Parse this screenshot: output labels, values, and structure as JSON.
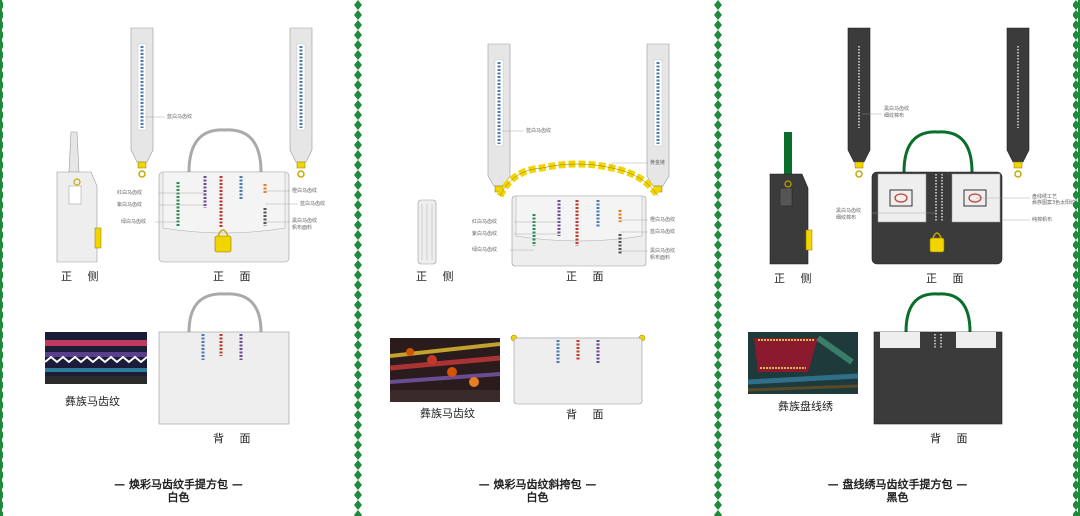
{
  "panels": [
    {
      "views": {
        "side": "正 侧",
        "front": "正 面",
        "back": "背 面"
      },
      "photo_caption": "彝族马齿纹",
      "callouts": {
        "strap": "蓝白马齿纹",
        "a": "红白马齿纹",
        "b": "紫白马齿纹",
        "c": "绿白马齿纹",
        "d": "橙白马齿纹",
        "e": "蓝白马齿纹",
        "f": "黑白马齿纹",
        "g": "帆布面料"
      },
      "title": "— 焕彩马齿纹手提方包 —",
      "subtitle": "白色"
    },
    {
      "views": {
        "side": "正 侧",
        "front": "正 面",
        "back": "背 面"
      },
      "photo_caption": "彝族马齿纹",
      "callouts": {
        "strap": "蓝白马齿纹",
        "chain": "黄金链",
        "a": "红白马齿纹",
        "b": "紫白马齿纹",
        "c": "绿白马齿纹",
        "d": "橙白马齿纹",
        "e": "蓝白马齿纹",
        "f": "黑白马齿纹",
        "g": "帆布面料"
      },
      "title": "— 焕彩马齿纹斜挎包 —",
      "subtitle": "白色"
    },
    {
      "views": {
        "side": "正 侧",
        "front": "正 面",
        "back": "背 面"
      },
      "photo_caption": "彝族盘线绣",
      "callouts": {
        "strap1": "黑白马齿纹",
        "strap2": "细纹棉布",
        "a1": "黑白马齿纹",
        "a2": "细纹棉布",
        "b1": "盘线绣工艺",
        "b2": "彝族图案3色太阳纹",
        "c": "纯棉帆布"
      },
      "title": "— 盘线绣马齿纹手提方包 —",
      "subtitle": "黑色"
    }
  ],
  "colors": {
    "green_border": "#1f8a3c",
    "hardware_yellow": "#f2d400",
    "bag_white": "#eeeeee",
    "bag_black": "#3b3b3b",
    "handle_green": "#0a6e2b"
  }
}
